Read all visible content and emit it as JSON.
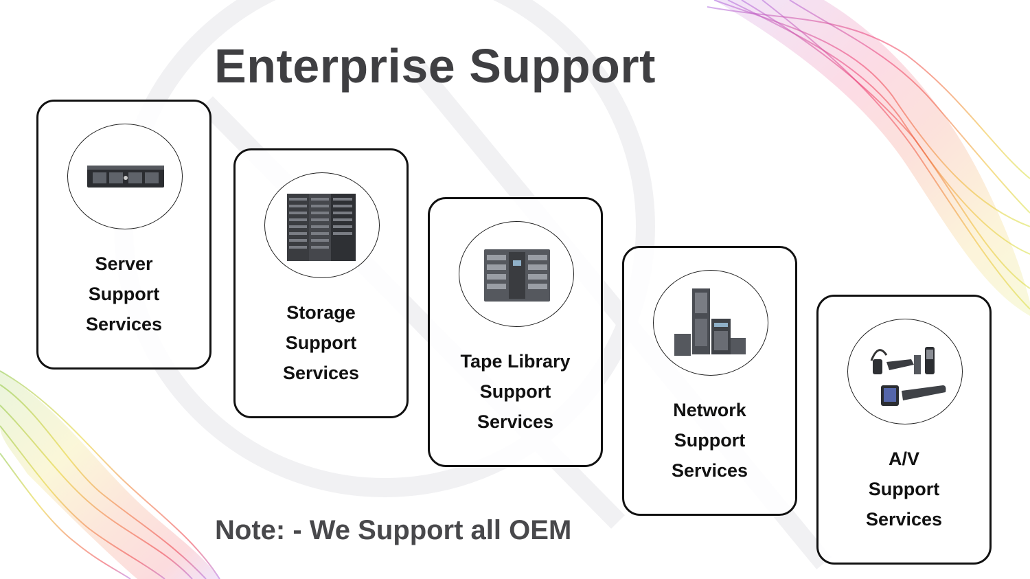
{
  "slide": {
    "title": "Enterprise Support",
    "note": "Note: - We Support all OEM"
  },
  "cards": [
    {
      "line1": "Server",
      "line2": "Support",
      "line3": "Services",
      "icon": "server-rack-icon"
    },
    {
      "line1": "Storage",
      "line2": "Support",
      "line3": "Services",
      "icon": "storage-array-icon"
    },
    {
      "line1": "Tape Library",
      "line2": "Support",
      "line3": "Services",
      "icon": "tape-library-icon"
    },
    {
      "line1": "Network",
      "line2": "Support",
      "line3": "Services",
      "icon": "network-chassis-icon"
    },
    {
      "line1": "A/V",
      "line2": "Support",
      "line3": "Services",
      "icon": "av-devices-icon"
    }
  ],
  "colors": {
    "title": "#3f3f42",
    "card_border": "#111111",
    "wave_purple": "#b06be0",
    "wave_red": "#ee3b4a",
    "wave_yellow": "#e8d22a",
    "wave_green": "#8cc63f"
  }
}
